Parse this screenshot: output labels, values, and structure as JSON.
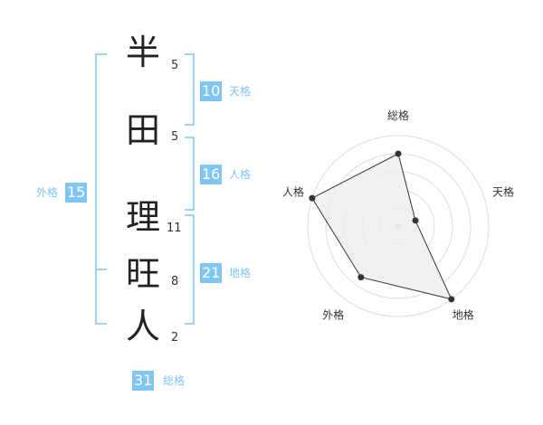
{
  "name": {
    "characters": [
      {
        "char": "半",
        "strokes": "5"
      },
      {
        "char": "田",
        "strokes": "5"
      },
      {
        "char": "理",
        "strokes": "11"
      },
      {
        "char": "旺",
        "strokes": "8"
      },
      {
        "char": "人",
        "strokes": "2"
      }
    ]
  },
  "kaku": {
    "tenkaku": {
      "label": "天格",
      "value": "10"
    },
    "jinkaku": {
      "label": "人格",
      "value": "16"
    },
    "chikaku": {
      "label": "地格",
      "value": "21"
    },
    "gaikaku": {
      "label": "外格",
      "value": "15"
    },
    "soukaku": {
      "label": "総格",
      "value": "31"
    }
  },
  "colors": {
    "accent": "#7fc6f2",
    "text": "#222222",
    "radar_ring": "#dddddd",
    "radar_fill": "#eeeeee",
    "radar_line": "#333333"
  },
  "chart_data": {
    "type": "radar",
    "axes": [
      "総格",
      "天格",
      "地格",
      "外格",
      "人格"
    ],
    "values": [
      4,
      1,
      5,
      3.5,
      5
    ],
    "rmax": 5,
    "rings": 5
  }
}
